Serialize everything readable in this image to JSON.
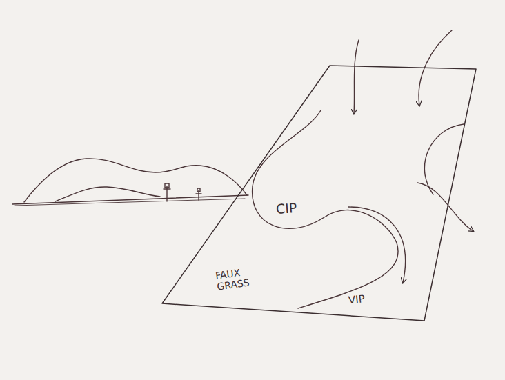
{
  "diagram": {
    "nodes": [
      {
        "text": [
          "CIP",
          "FAUX GRASS",
          "VIP"
        ]
      }
    ]
  }
}
